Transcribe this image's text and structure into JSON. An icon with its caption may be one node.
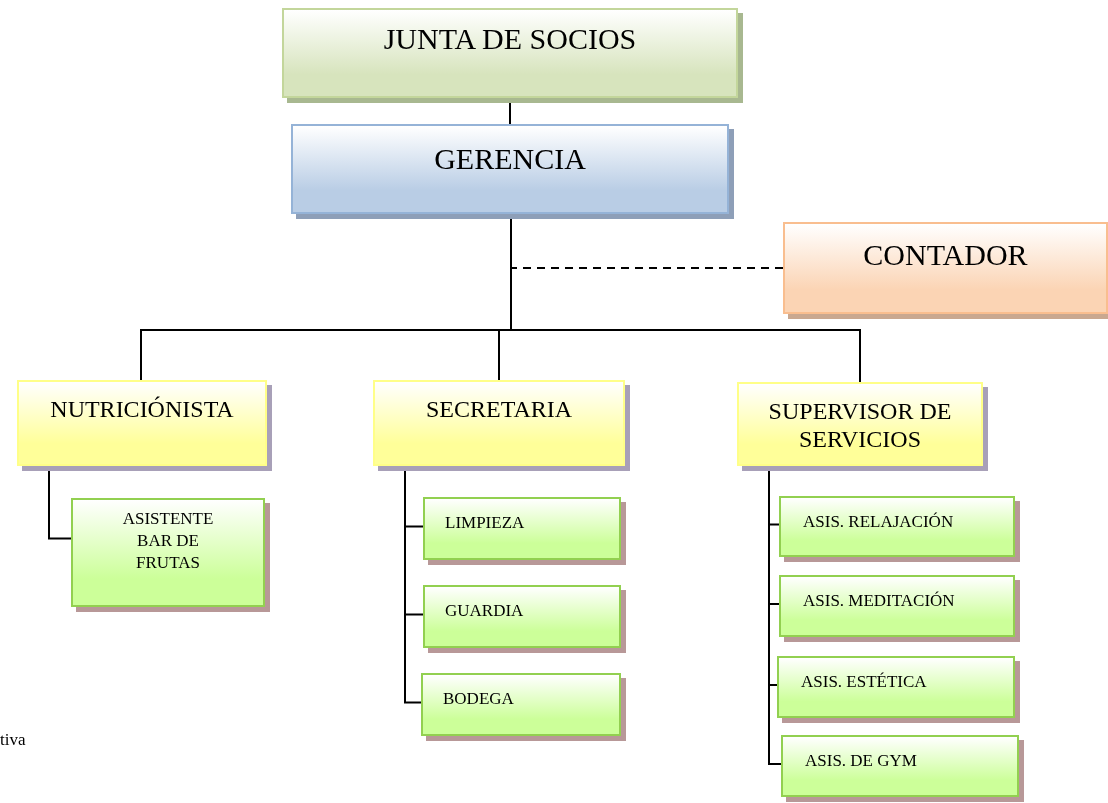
{
  "diagram": {
    "nodes": [
      {
        "text": [
          "JUNTA DE SOCIOS"
        ]
      },
      {
        "text": [
          "GERENCIA"
        ]
      },
      {
        "text": [
          "CONTADOR"
        ]
      },
      {
        "text": [
          "NUTRICIÓNISTA"
        ]
      },
      {
        "text": [
          "SECRETARIA"
        ]
      },
      {
        "text": [
          "SUPERVISOR DE SERVICIOS"
        ]
      },
      {
        "text": [
          "ASISTENTE BAR DE FRUTAS"
        ]
      },
      {
        "text": [
          "LIMPIEZA"
        ]
      },
      {
        "text": [
          "GUARDIA"
        ]
      },
      {
        "text": [
          "BODEGA"
        ]
      },
      {
        "text": [
          "ASIS. RELAJACIÓN"
        ]
      },
      {
        "text": [
          "ASIS. MEDITACIÓN"
        ]
      },
      {
        "text": [
          "ASIS. ESTÉTICA"
        ]
      },
      {
        "text": [
          "ASIS. DE GYM"
        ]
      }
    ],
    "edges": [
      {
        "from": 0,
        "to": 1,
        "arrow": "none"
      },
      {
        "from": 2,
        "to": 1,
        "arrow": "none",
        "style": "dashed"
      },
      {
        "from": 1,
        "to": 3,
        "arrow": "none"
      },
      {
        "from": 1,
        "to": 4,
        "arrow": "none"
      },
      {
        "from": 1,
        "to": 5,
        "arrow": "none"
      },
      {
        "from": 3,
        "to": 6,
        "arrow": "none"
      },
      {
        "from": 4,
        "to": 7,
        "arrow": "none"
      },
      {
        "from": 4,
        "to": 8,
        "arrow": "none"
      },
      {
        "from": 4,
        "to": 9,
        "arrow": "none"
      },
      {
        "from": 5,
        "to": 10,
        "arrow": "none"
      },
      {
        "from": 5,
        "to": 11,
        "arrow": "none"
      },
      {
        "from": 5,
        "to": 12,
        "arrow": "none"
      },
      {
        "from": 5,
        "to": 13,
        "arrow": "none"
      }
    ],
    "labels": [
      "tiva"
    ]
  }
}
